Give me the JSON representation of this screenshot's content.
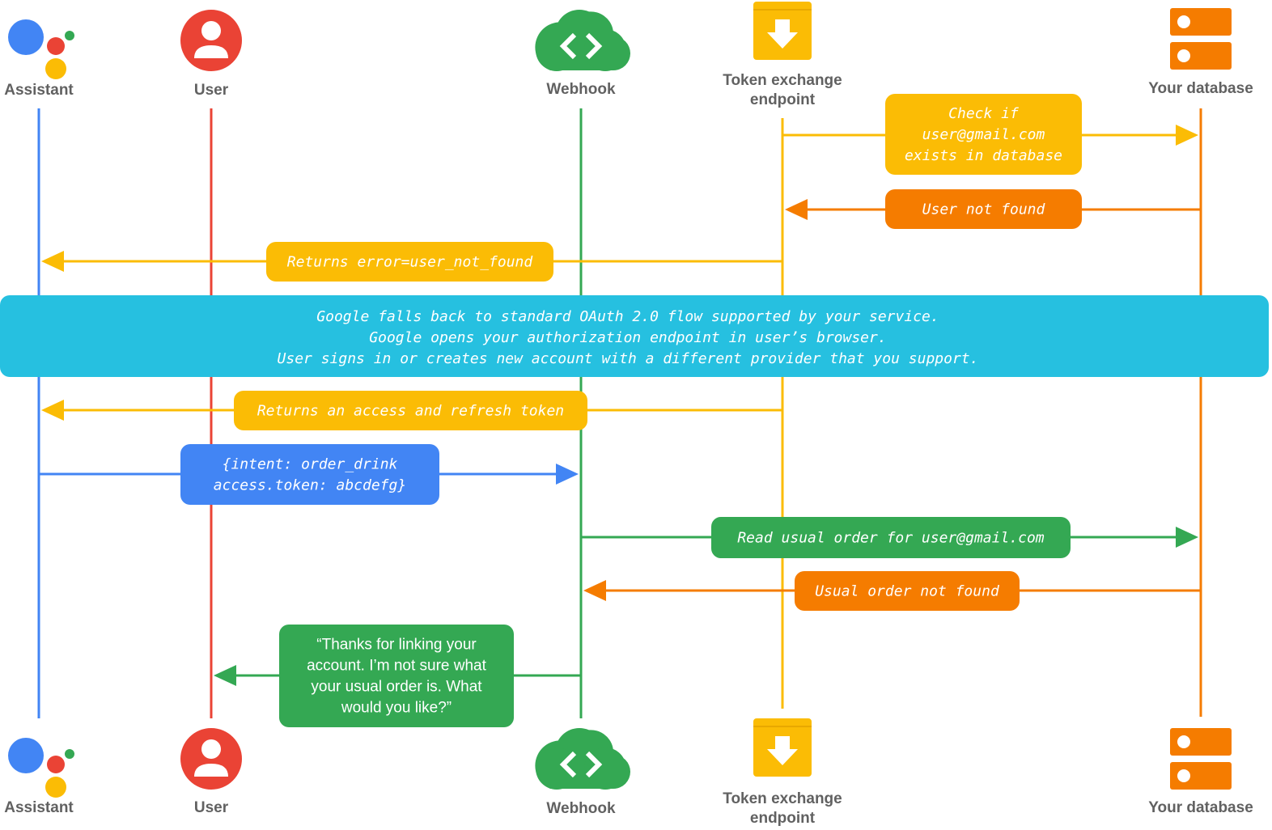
{
  "colors": {
    "assistant": "#4285F4",
    "user": "#EA4335",
    "webhook": "#34A853",
    "token": "#FBBC05",
    "database": "#F57C00",
    "banner": "#26C0E0",
    "label": "#616161"
  },
  "actors": [
    {
      "id": "assistant",
      "label": "Assistant",
      "icon": "google-assistant-icon"
    },
    {
      "id": "user",
      "label": "User",
      "icon": "user-icon"
    },
    {
      "id": "webhook",
      "label": "Webhook",
      "icon": "cloud-code-icon"
    },
    {
      "id": "token",
      "label": "Token exchange\nendpoint",
      "icon": "download-box-icon"
    },
    {
      "id": "database",
      "label": "Your database",
      "icon": "database-icon"
    }
  ],
  "messages": [
    {
      "from": "token",
      "to": "database",
      "color": "token",
      "font": "mono",
      "text": "Check if\nuser@gmail.com\nexists in database"
    },
    {
      "from": "database",
      "to": "token",
      "color": "database",
      "font": "mono",
      "text": "User not found"
    },
    {
      "from": "token",
      "to": "assistant",
      "color": "token",
      "font": "mono",
      "text": "Returns error=user_not_found"
    },
    {
      "from": "token",
      "to": "assistant",
      "color": "token",
      "font": "mono",
      "text": "Returns an access and refresh token"
    },
    {
      "from": "assistant",
      "to": "webhook",
      "color": "assistant",
      "font": "mono",
      "text": "{intent: order_drink\naccess.token: abcdefg}"
    },
    {
      "from": "webhook",
      "to": "database",
      "color": "webhook",
      "font": "mono",
      "text": "Read usual order for user@gmail.com"
    },
    {
      "from": "database",
      "to": "webhook",
      "color": "database",
      "font": "mono",
      "text": "Usual order not found"
    },
    {
      "from": "webhook",
      "to": "user",
      "color": "webhook",
      "font": "sans",
      "text": "“Thanks for linking your\naccount. I’m not sure what\nyour usual order is. What\nwould you like?”"
    }
  ],
  "banner": {
    "lines": [
      "Google falls back to standard OAuth 2.0 flow supported by your service.",
      "Google opens your authorization endpoint in user’s browser.",
      "User signs in or creates new account with a different provider that you support."
    ]
  }
}
